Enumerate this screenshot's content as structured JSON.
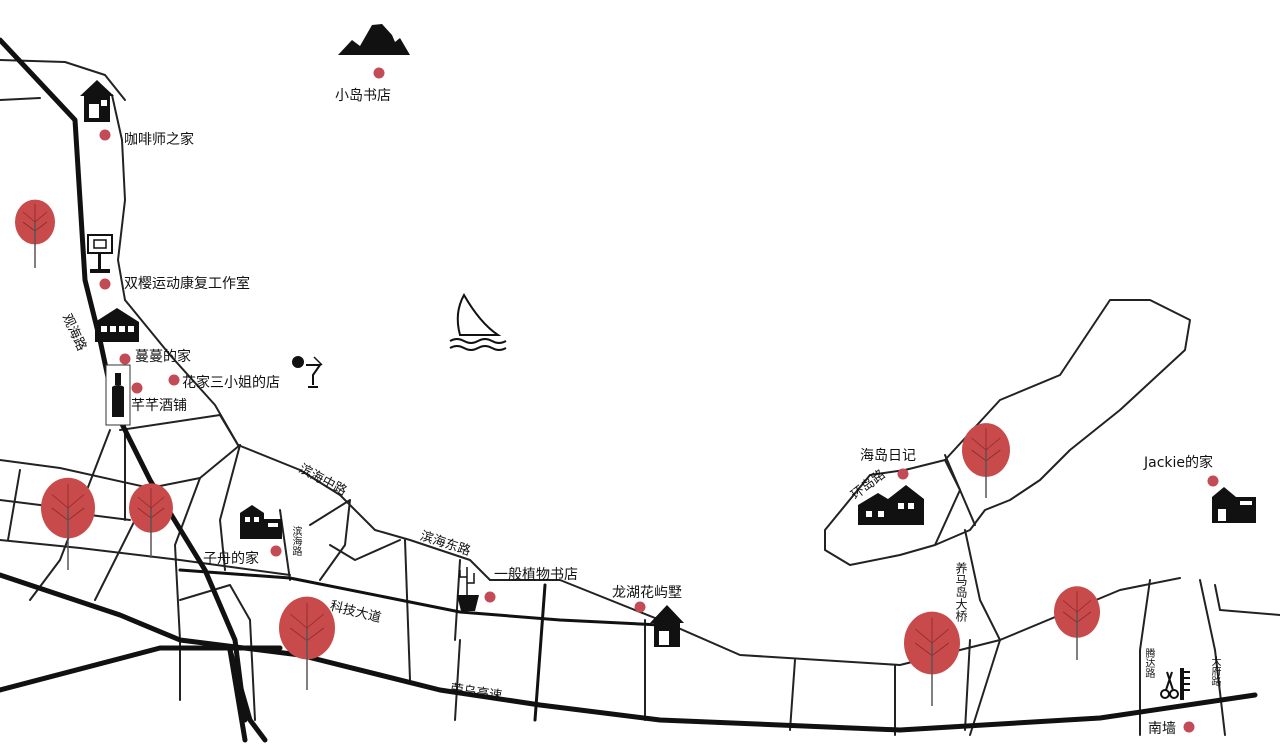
{
  "colors": {
    "road": "#111111",
    "road_thin": "#222222",
    "tree": "#c84a4a",
    "dot": "#c24b55",
    "background": "#ffffff"
  },
  "places": [
    {
      "id": "xiaodao",
      "label": "小岛书店",
      "icon": "island-rock-icon"
    },
    {
      "id": "kafei",
      "label": "咖啡师之家",
      "icon": "house-icon"
    },
    {
      "id": "shuangying",
      "label": "双樱运动康复工作室",
      "icon": "signpost-icon"
    },
    {
      "id": "manman",
      "label": "蔓蔓的家",
      "icon": "house-icon"
    },
    {
      "id": "huajia",
      "label": "花家三小姐的店",
      "icon": "cocktail-icon"
    },
    {
      "id": "qianqian",
      "label": "芊芊酒铺",
      "icon": "wine-bottle-icon"
    },
    {
      "id": "zizhou",
      "label": "子舟的家",
      "icon": "house-icon"
    },
    {
      "id": "yiban",
      "label": "一般植物书店",
      "icon": "cactus-icon"
    },
    {
      "id": "longhu",
      "label": "龙湖花屿墅",
      "icon": "house-icon"
    },
    {
      "id": "haidao",
      "label": "海岛日记",
      "icon": "villa-icon"
    },
    {
      "id": "jackie",
      "label": "Jackie的家",
      "icon": "house-icon"
    },
    {
      "id": "nanqiang",
      "label": "南墙",
      "icon": "hair-tools-icon"
    }
  ],
  "roads": {
    "guanhai": "观海路",
    "binhai_zhong": "滨海中路",
    "binhai_dong": "滨海东路",
    "keji": "科技大道",
    "rongwu": "荣乌高速",
    "huandao": "环岛路",
    "yangmadao": "养马岛大桥",
    "binhai_small": "滨海路",
    "tengda": "腾达路",
    "dafu": "大府路"
  },
  "decor": {
    "sail": "sailboat-icon"
  }
}
